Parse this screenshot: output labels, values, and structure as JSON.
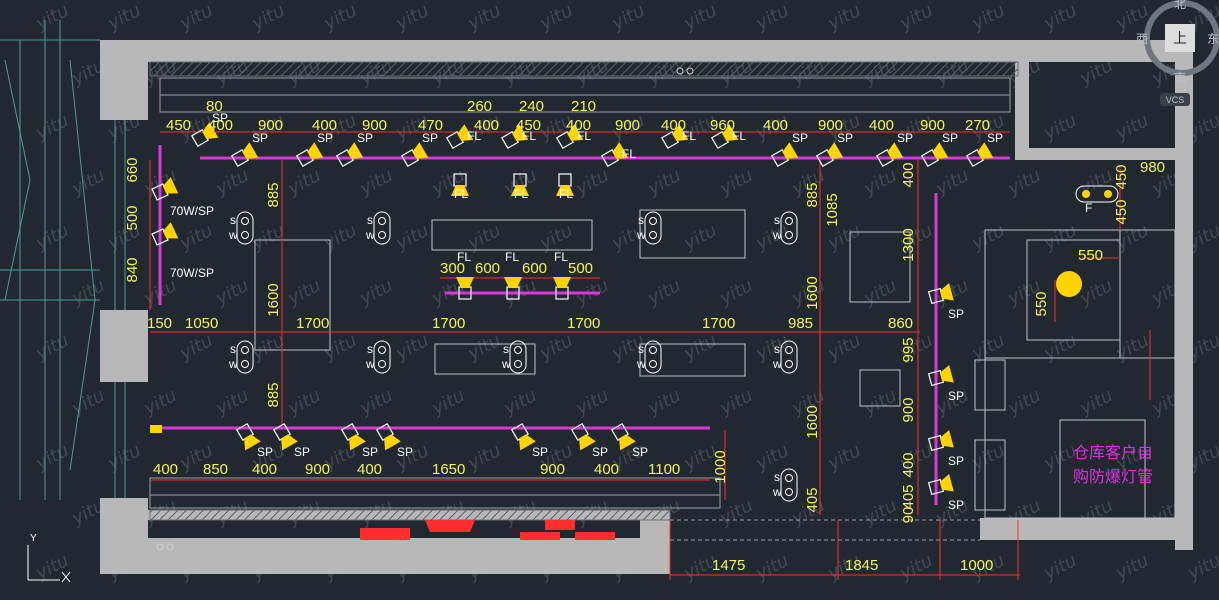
{
  "compass": {
    "north": "北",
    "south": "南",
    "east": "东",
    "west": "西",
    "center": "上",
    "badge": "VCS"
  },
  "watermark": "yitu",
  "note_lines": [
    "仓库客户自",
    "购防爆灯管"
  ],
  "colors": {
    "background": "#212830",
    "wall": "#b8b8b8",
    "dimension": "#f4f45a",
    "dim_line": "#ff2d2d",
    "track": "#d838d8",
    "note": "#e030e0",
    "fixture": "#ffffff",
    "lamp": "#ffd400"
  },
  "labels": {
    "sp": "SP",
    "fl": "FL",
    "f": "F",
    "wall_light_a": "70W/SP",
    "wall_light_b": "70W/SP",
    "s": "s",
    "w": "w"
  },
  "dims": {
    "top_row": [
      "450",
      "400",
      "900",
      "400",
      "900",
      "470",
      "400",
      "450",
      "400",
      "900",
      "400",
      "960",
      "400",
      "900",
      "400",
      "900",
      "270"
    ],
    "top_upper": [
      "80",
      "260",
      "240",
      "210"
    ],
    "left_col": [
      "660",
      "500",
      "840"
    ],
    "center_row": [
      "150",
      "1050",
      "1700",
      "1700",
      "1700",
      "1700",
      "985",
      "860"
    ],
    "mid_row": [
      "300",
      "600",
      "600",
      "500"
    ],
    "bottom_row": [
      "400",
      "850",
      "400",
      "900",
      "400",
      "1650",
      "900",
      "400",
      "1100"
    ],
    "bottom_right": [
      "1475",
      "1845",
      "1000"
    ],
    "vert_left": [
      "1600",
      "885",
      "885"
    ],
    "vert_mid": [
      "885",
      "1085",
      "1600",
      "1600",
      "405"
    ],
    "vert_right": [
      "400",
      "1300",
      "995",
      "900",
      "400",
      "90",
      "405"
    ],
    "right_vert_bottom": "1000",
    "room": [
      "980",
      "450",
      "450",
      "550",
      "550"
    ]
  }
}
